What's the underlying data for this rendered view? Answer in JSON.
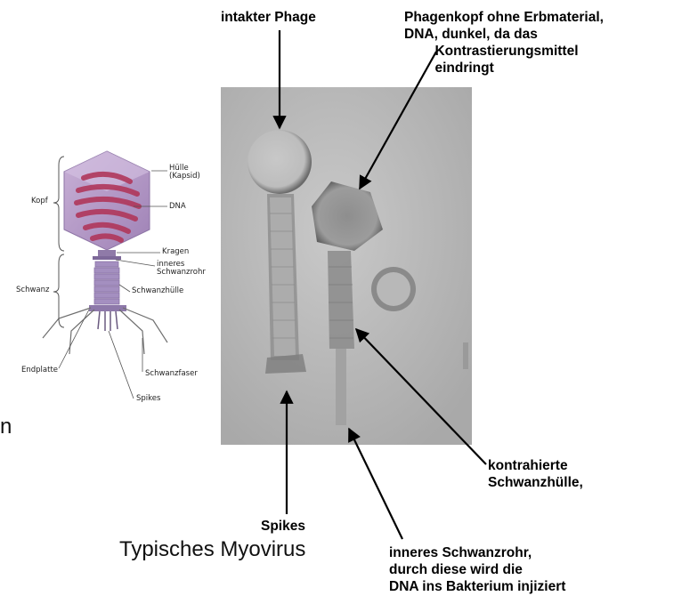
{
  "diagram_labels": {
    "kopf": "Kopf",
    "schwanz": "Schwanz",
    "huelle": "Hülle\n(Kapsid)",
    "dna": "DNA",
    "kragen": "Kragen",
    "inneres_schwanzrohr": "inneres\nSchwanzrohr",
    "schwanzhuelle": "Schwanzhülle",
    "endplatte": "Endplatte",
    "schwanzfaser": "Schwanzfaser",
    "spikes": "Spikes"
  },
  "annotations": {
    "intakter_phage": "intakter Phage",
    "phagenkopf": "Phagenkopf ohne Erbmaterial,\nDNA, dunkel, da das\n        Kontrastierungsmittel\n        eindringt",
    "kontrahierte": "kontrahierte\nSchwanzhülle,",
    "spikes": "Spikes",
    "inneres_rohr": "inneres Schwanzrohr,\ndurch diese wird die\nDNA ins Bakterium injiziert"
  },
  "caption": "Typisches Myovirus",
  "edge_fragment": "n",
  "colors": {
    "capsid": "#b79bc7",
    "dna": "#b0375b",
    "tail": "#a48fc0",
    "micrograph_bg": "#b9b9b9"
  }
}
